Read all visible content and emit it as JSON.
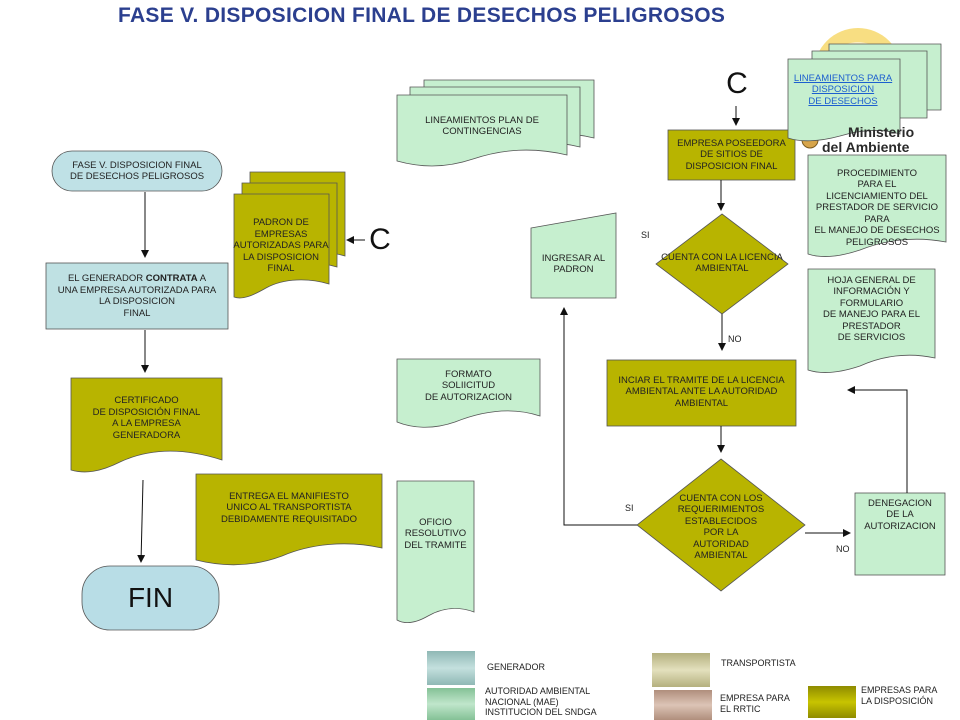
{
  "title": "FASE V.  DISPOSICION FINAL DE DESECHOS PELIGROSOS",
  "logo": {
    "line1": "Ministerio",
    "line2": "del Ambiente"
  },
  "colors": {
    "generator": "#bfe3e3",
    "authority": "#c6efcf",
    "disposal": "#b8b400",
    "terminal": "#b8dde6",
    "title": "#2b3f8f"
  },
  "nodes": {
    "start": "FASE V. DISPOSICION FINAL\nDE DESECHOS PELIGROSOS",
    "generator_contracts_pre": "EL GENERADOR ",
    "generator_contracts_bold": "CONTRATA",
    "generator_contracts_post": " A\nUNA EMPRESA AUTORIZADA PARA\nLA DISPOSICION\nFINAL",
    "certificate": "CERTIFICADO\nDE  DISPOSICIÓN FINAL\nA LA EMPRESA\nGENERADORA",
    "end": "FIN",
    "registry": "PADRON DE\nEMPRESAS\nAUTORIZADAS PARA\nLA DISPOSICION\nFINAL",
    "connector": "C",
    "contingency": "LINEAMIENTOS PLAN DE\nCONTINGENCIAS",
    "request_form": "FORMATO\nSOLIICITUD\nDE AUTORIZACION",
    "manifest": "ENTREGA EL MANIFIESTO\nUNICO AL TRANSPORTISTA\nDEBIDAMENTE REQUISITADO",
    "official_letter": "OFICIO\nRESOLUTIVO\nDEL TRAMITE",
    "register_in": "INGRESAR AL\nPADRON",
    "company_owner": "EMPRESA POSEEDORA\nDE SITIOS DE\nDISPOSICION FINAL",
    "license_question": "CUENTA CON  LA LICENCIA\nAMBIENTAL",
    "start_license": "INCIAR EL TRAMITE DE LA LICENCIA\nAMBIENTAL ANTE LA AUTORIDAD\nAMBIENTAL",
    "requirements_question": "CUENTA CON LOS\nREQUERIMIENTOS\nESTABLECIDOS\nPOR  LA\nAUTORIDAD\nAMBIENTAL",
    "denial": "DENEGACION\nDE LA\nAUTORIZACION",
    "guidelines_link": "LINEAMIENTOS PARA\nDISPOSICION\nDE DESECHOS",
    "procedure": "PROCEDIMIENTO\nPARA EL\nLICENCIAMIENTO DEL\nPRESTADOR DE SERVICIO\nPARA\nEL MANEJO DE DESECHOS\nPELIGROSOS",
    "general_sheet": "HOJA GENERAL DE\nINFORMACIÓN Y\nFORMULARIO\nDE MANEJO PARA EL\nPRESTADOR\nDE SERVICIOS"
  },
  "edge_labels": {
    "yes1": "SI",
    "no1": "NO",
    "yes2": "SI",
    "no2": "NO"
  },
  "legend": [
    {
      "label": "GENERADOR",
      "color": "#a8c9c6"
    },
    {
      "label": "AUTORIDAD AMBIENTAL\nNACIONAL (MAE)\nINSTITUCION DEL SNDGA",
      "color": "#9fcfae"
    },
    {
      "label": "TRANSPORTISTA",
      "color": "#c9c59a"
    },
    {
      "label": "EMPRESA PARA\nEL RRTIC",
      "color": "#c9a896"
    },
    {
      "label": "EMPRESAS PARA\nLA DISPOSICIÓN",
      "color": "#a9a600"
    }
  ]
}
